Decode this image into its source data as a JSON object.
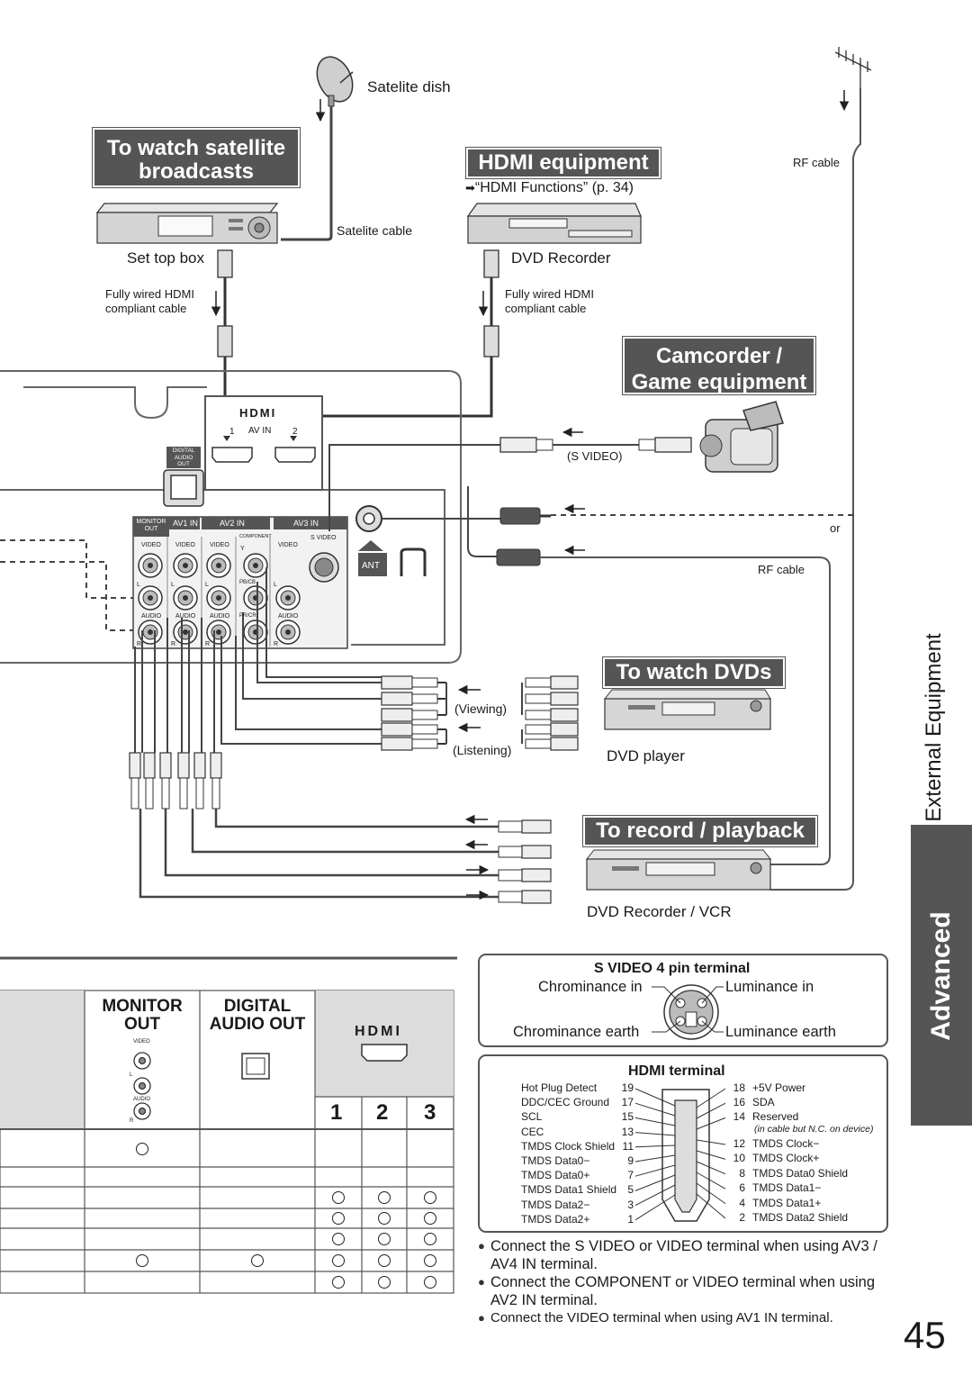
{
  "page_number": "45",
  "colors": {
    "title_box": "#555555",
    "tab": "#555555",
    "line": "#333333"
  },
  "sections": {
    "satellite": "To watch satellite broadcasts",
    "hdmi": "HDMI equipment",
    "camcorder": "Camcorder / Game equipment",
    "dvds": "To watch DVDs",
    "record": "To record / playback"
  },
  "section_lines": {
    "satellite_1": "To watch satellite",
    "satellite_2": "broadcasts",
    "camcorder_1": "Camcorder /",
    "camcorder_2": "Game equipment"
  },
  "labels": {
    "satelite_dish": "Satelite dish",
    "satelite_cable": "Satelite cable",
    "set_top_box": "Set top box",
    "dvd_recorder": "DVD Recorder",
    "hdmi_functions": "“HDMI Functions” (p. 34)",
    "hdmi_cable_1": "Fully wired HDMI",
    "hdmi_cable_2": "compliant cable",
    "rf_cable": "RF cable",
    "s_video": "(S VIDEO)",
    "or": "or",
    "viewing": "(Viewing)",
    "listening": "(Listening)",
    "dvd_player": "DVD player",
    "dvd_recorder_vcr": "DVD Recorder / VCR"
  },
  "panel": {
    "hdmi_logo": "HDMI",
    "av_in": "AV  IN",
    "port1": "1",
    "port2": "2",
    "digital_audio_out": [
      "DIGITAL",
      "AUDIO",
      "OUT"
    ],
    "monitor_out": [
      "MONITOR",
      "OUT"
    ],
    "av1_in": "AV1  IN",
    "av2_in": "AV2  IN",
    "av3_in": "AV3  IN",
    "component": "COMPONENT",
    "video": "VIDEO",
    "s_video": "S  VIDEO",
    "audio": "AUDIO",
    "l": "L",
    "r": "R",
    "y": "Y",
    "pb": "PB/CB",
    "pr": "PR/CR",
    "ant": "ANT"
  },
  "side_tab": {
    "category": "External Equipment",
    "tab": "Advanced"
  },
  "svideo_box": {
    "title": "S VIDEO 4 pin terminal",
    "chroma_in": "Chrominance in",
    "lum_in": "Luminance in",
    "chroma_earth": "Chrominance earth",
    "lum_earth": "Luminance earth"
  },
  "hdmi_box": {
    "title": "HDMI terminal",
    "left_pins": [
      {
        "name": "Hot Plug Detect",
        "num": "19"
      },
      {
        "name": "DDC/CEC Ground",
        "num": "17"
      },
      {
        "name": "SCL",
        "num": "15"
      },
      {
        "name": "CEC",
        "num": "13"
      },
      {
        "name": "TMDS Clock Shield",
        "num": "11"
      },
      {
        "name": "TMDS Data0−",
        "num": "9"
      },
      {
        "name": "TMDS Data0+",
        "num": "7"
      },
      {
        "name": "TMDS Data1 Shield",
        "num": "5"
      },
      {
        "name": "TMDS Data2−",
        "num": "3"
      },
      {
        "name": "TMDS Data2+",
        "num": "1"
      }
    ],
    "right_pins": [
      {
        "num": "18",
        "name": "+5V Power"
      },
      {
        "num": "16",
        "name": "SDA"
      },
      {
        "num": "14",
        "name": "Reserved"
      },
      {
        "num": "12",
        "name": "TMDS Clock−"
      },
      {
        "num": "10",
        "name": "TMDS Clock+"
      },
      {
        "num": "8",
        "name": "TMDS Data0 Shield"
      },
      {
        "num": "6",
        "name": "TMDS Data1−"
      },
      {
        "num": "4",
        "name": "TMDS Data1+"
      },
      {
        "num": "2",
        "name": "TMDS Data2 Shield"
      }
    ],
    "reserved_note": "(in cable but N.C. on device)"
  },
  "table": {
    "col_monitor": [
      "MONITOR",
      "OUT"
    ],
    "col_digital": [
      "DIGITAL",
      "AUDIO OUT"
    ],
    "hdmi_logo": "HDMI",
    "mini_video": "VIDEO",
    "mini_audio": "AUDIO",
    "mini_l": "L",
    "mini_r": "R",
    "hdmi_nums": [
      "1",
      "2",
      "3"
    ],
    "rows": [
      {
        "monitor": true,
        "digital": false,
        "h1": false,
        "h2": false,
        "h3": false
      },
      {
        "monitor": false,
        "digital": false,
        "h1": true,
        "h2": true,
        "h3": true
      },
      {
        "monitor": false,
        "digital": false,
        "h1": true,
        "h2": true,
        "h3": true
      },
      {
        "monitor": false,
        "digital": false,
        "h1": true,
        "h2": true,
        "h3": true
      },
      {
        "monitor": true,
        "digital": true,
        "h1": true,
        "h2": true,
        "h3": true
      },
      {
        "monitor": false,
        "digital": false,
        "h1": true,
        "h2": true,
        "h3": true
      }
    ]
  },
  "notes": [
    "Connect the S VIDEO or VIDEO terminal when using AV3 / AV4 IN terminal.",
    "Connect the COMPONENT or VIDEO terminal when using AV2 IN terminal.",
    "Connect the VIDEO terminal when using AV1 IN terminal."
  ]
}
